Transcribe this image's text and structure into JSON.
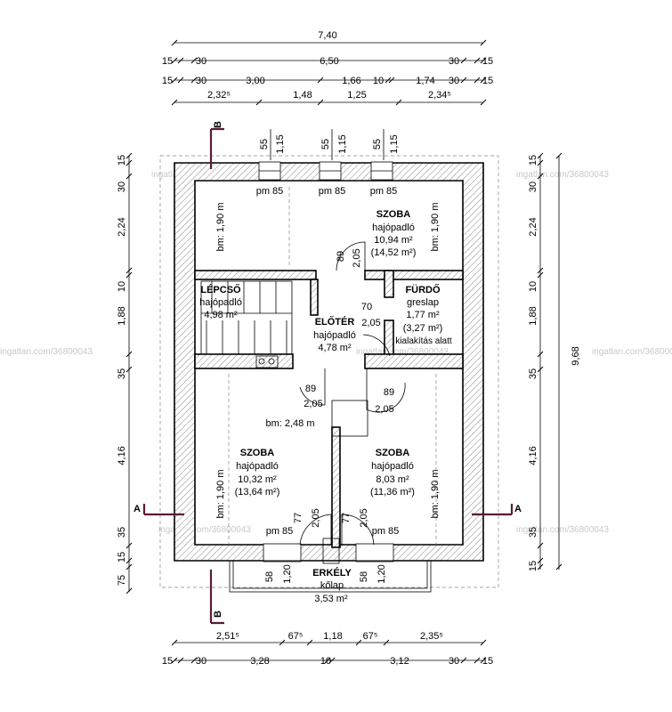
{
  "dimensions": {
    "top_row1": [
      "7,40"
    ],
    "top_row2": [
      "15",
      "30",
      "6,50",
      "30",
      "15"
    ],
    "top_row3": [
      "15",
      "30",
      "3,00",
      "1,66",
      "10",
      "1,74",
      "30",
      "15"
    ],
    "top_row4": [
      "2,32⁵",
      "1,48",
      "1,25",
      "2,34⁵"
    ],
    "window_top": [
      "55",
      "1,15",
      "55",
      "1,15",
      "55",
      "1,15"
    ],
    "left_col": [
      "15",
      "30",
      "2,24",
      "10",
      "1,88",
      "35",
      "4,16",
      "35",
      "15",
      "75"
    ],
    "right_col": [
      "15",
      "30",
      "2,24",
      "10",
      "1,88",
      "35",
      "4,16",
      "35",
      "15"
    ],
    "right_total": "9,68",
    "bottom_row1": [
      "2,51⁵",
      "67⁵",
      "1,18",
      "67⁵",
      "2,35⁵"
    ],
    "bottom_row2": [
      "15",
      "30",
      "3,28",
      "10",
      "3,12",
      "30",
      "15"
    ]
  },
  "section_marks": {
    "a": "A",
    "b": "B"
  },
  "rooms": {
    "szoba_top": {
      "name": "SZOBA",
      "floor": "hajópadló",
      "area": "10,94 m²",
      "area2": "(14,52 m²)",
      "bm": "bm: 1,90 m",
      "bm_left": "bm: 1,90 m"
    },
    "lepcso": {
      "name": "LÉPCSŐ",
      "floor": "hajópadló",
      "area": "4,98 m²"
    },
    "eloter": {
      "name": "ELŐTÉR",
      "floor": "hajópadló",
      "area": "4,78 m²",
      "bm": "bm: 2,48 m"
    },
    "furdo": {
      "name": "FÜRDŐ",
      "floor": "greslap",
      "area": "1,77 m²",
      "area2": "(3,27 m²)",
      "note": "kialakítás alatt"
    },
    "szoba_left": {
      "name": "SZOBA",
      "floor": "hajópadló",
      "area": "10,32 m²",
      "area2": "(13,64 m²)",
      "bm": "bm: 1,90 m"
    },
    "szoba_right": {
      "name": "SZOBA",
      "floor": "hajópadló",
      "area": "8,03 m²",
      "area2": "(11,36 m²)",
      "bm": "bm: 1,90 m"
    },
    "erkely": {
      "name": "ERKÉLY",
      "floor": "kőlap",
      "area": "3,53 m²"
    }
  },
  "openings": {
    "pm": "pm 85",
    "door_89": "89",
    "door_205": "2,05",
    "door_70": "70",
    "door_77": "77",
    "balcony_58": "58",
    "balcony_120": "1,20"
  },
  "watermark": "ingatlan.com/36800043"
}
